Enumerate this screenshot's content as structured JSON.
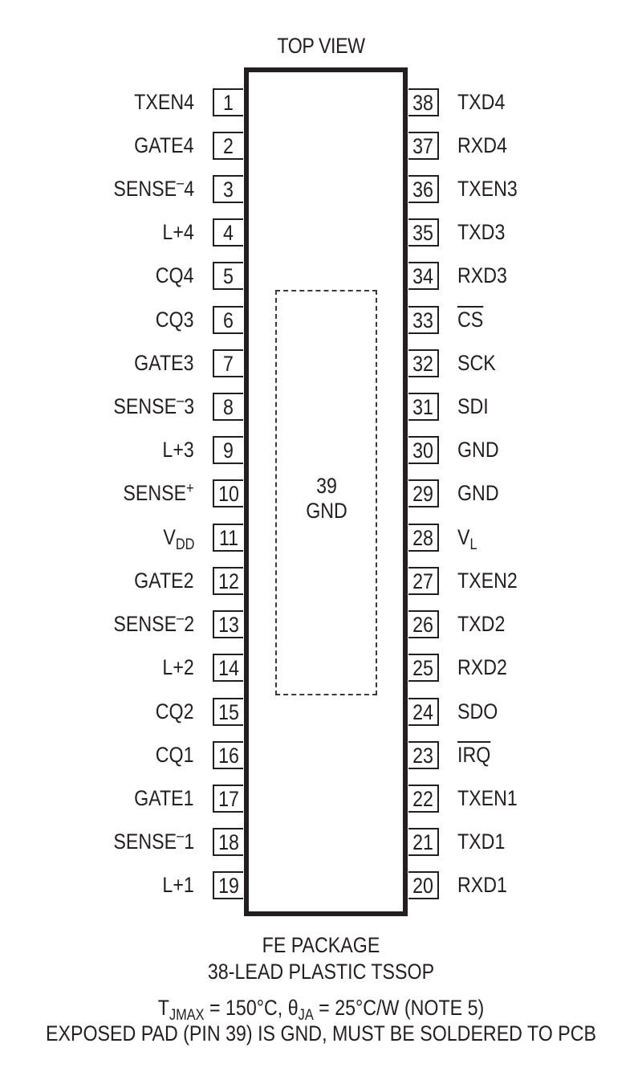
{
  "title": "TOP VIEW",
  "package": {
    "name": "FE PACKAGE",
    "type": "38-LEAD PLASTIC TSSOP",
    "thermal_line": {
      "tjmax_sym": "T",
      "tjmax_sub": "JMAX",
      "tjmax_val": " = 150°C, ",
      "theta_sym": "θ",
      "theta_sub": "JA",
      "theta_val": " = 25°C/W (NOTE 5)"
    },
    "note": "EXPOSED PAD (PIN 39) IS GND, MUST BE SOLDERED TO PCB"
  },
  "exposed_pad": {
    "number": "39",
    "name": "GND"
  },
  "left_pins": [
    {
      "num": "1",
      "name": "TXEN4"
    },
    {
      "num": "2",
      "name": "GATE4"
    },
    {
      "num": "3",
      "name": "SENSE",
      "minus": "–",
      "suffix": "4"
    },
    {
      "num": "4",
      "name": "L+4"
    },
    {
      "num": "5",
      "name": "CQ4"
    },
    {
      "num": "6",
      "name": "CQ3"
    },
    {
      "num": "7",
      "name": "GATE3"
    },
    {
      "num": "8",
      "name": "SENSE",
      "minus": "–",
      "suffix": "3"
    },
    {
      "num": "9",
      "name": "L+3"
    },
    {
      "num": "10",
      "name": "SENSE",
      "sup": "+"
    },
    {
      "num": "11",
      "name": "V",
      "sub": "DD"
    },
    {
      "num": "12",
      "name": "GATE2"
    },
    {
      "num": "13",
      "name": "SENSE",
      "minus": "–",
      "suffix": "2"
    },
    {
      "num": "14",
      "name": "L+2"
    },
    {
      "num": "15",
      "name": "CQ2"
    },
    {
      "num": "16",
      "name": "CQ1"
    },
    {
      "num": "17",
      "name": "GATE1"
    },
    {
      "num": "18",
      "name": "SENSE",
      "minus": "–",
      "suffix": "1"
    },
    {
      "num": "19",
      "name": "L+1"
    }
  ],
  "right_pins": [
    {
      "num": "38",
      "name": "TXD4"
    },
    {
      "num": "37",
      "name": "RXD4"
    },
    {
      "num": "36",
      "name": "TXEN3"
    },
    {
      "num": "35",
      "name": "TXD3"
    },
    {
      "num": "34",
      "name": "RXD3"
    },
    {
      "num": "33",
      "name": "CS",
      "overline": true
    },
    {
      "num": "32",
      "name": "SCK"
    },
    {
      "num": "31",
      "name": "SDI"
    },
    {
      "num": "30",
      "name": "GND"
    },
    {
      "num": "29",
      "name": "GND"
    },
    {
      "num": "28",
      "name": "V",
      "sub": "L"
    },
    {
      "num": "27",
      "name": "TXEN2"
    },
    {
      "num": "26",
      "name": "TXD2"
    },
    {
      "num": "25",
      "name": "RXD2"
    },
    {
      "num": "24",
      "name": "SDO"
    },
    {
      "num": "23",
      "name": "IRQ",
      "overline": true
    },
    {
      "num": "22",
      "name": "TXEN1"
    },
    {
      "num": "21",
      "name": "TXD1"
    },
    {
      "num": "20",
      "name": "RXD1"
    }
  ]
}
